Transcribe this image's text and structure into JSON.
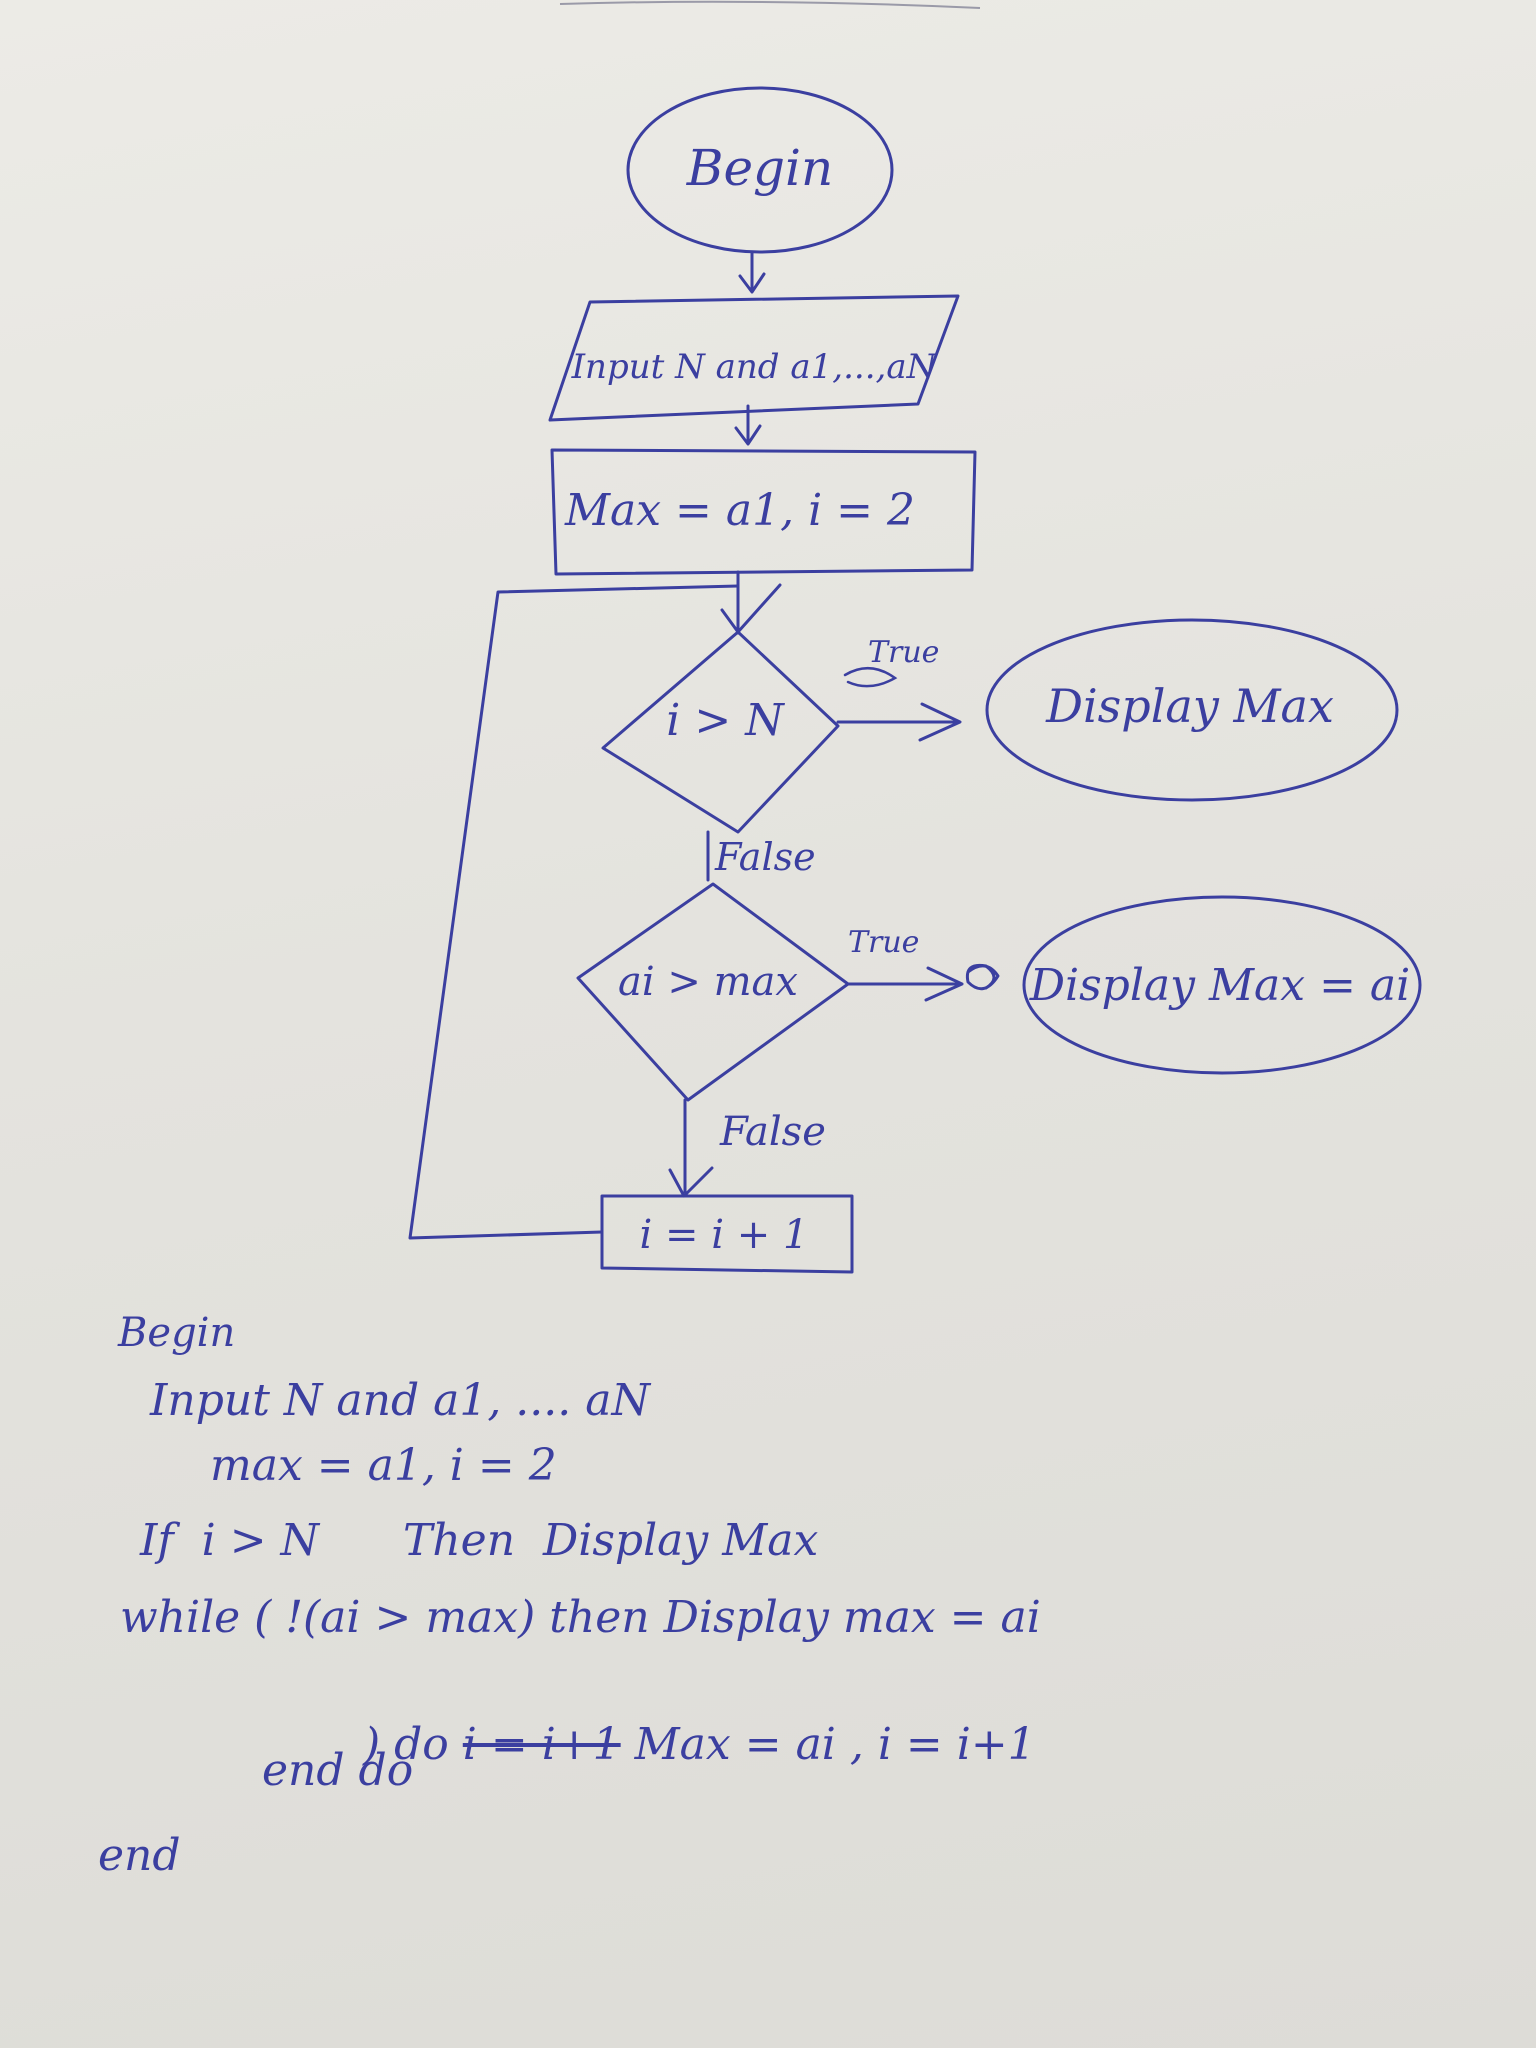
{
  "flowchart": {
    "begin": "Begin",
    "input": "Input N and a1,...,aN",
    "init": "Max = a1, i = 2",
    "cond1": "i > N",
    "cond1_true": "True",
    "cond1_false": "False",
    "display1": "Display Max",
    "cond2": "ai > max",
    "cond2_true": "True",
    "cond2_false": "False",
    "display2": "Display Max = ai",
    "increment": "i = i + 1"
  },
  "pseudocode": {
    "line1": "Begin",
    "line2": "Input N and a1, .... aN",
    "line3": "max = a1, i = 2",
    "line4": "If  i > N      Then  Display Max",
    "line5": "while ( !(ai > max) then Display max = ai",
    "line6_prefix": ") do ",
    "line6_struck": "i = i+1",
    "line6_suffix": " Max = ai , i = i+1",
    "line7": "end do",
    "line8": "end"
  }
}
